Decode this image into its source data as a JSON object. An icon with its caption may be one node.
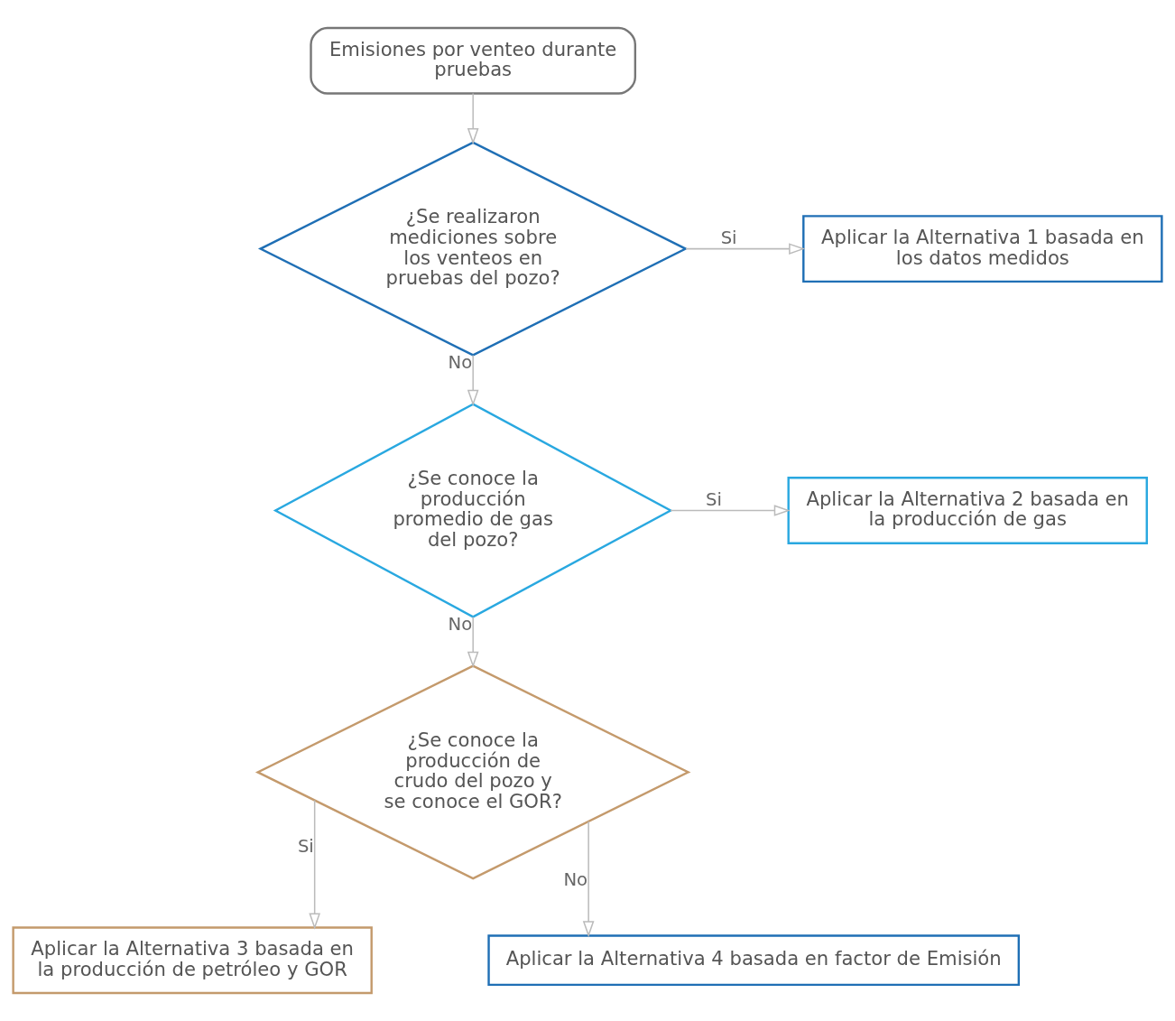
{
  "diagram": {
    "nodes": [
      {
        "text": [
          "Emisiones por venteo durante pruebas"
        ]
      },
      {
        "text": [
          "¿Se realizaron mediciones sobre los venteos en pruebas del pozo?"
        ]
      },
      {
        "text": [
          "Aplicar la Alternativa 1 basada en los datos medidos"
        ]
      },
      {
        "text": [
          "¿Se conoce la producción promedio de gas del pozo?"
        ]
      },
      {
        "text": [
          "Aplicar la Alternativa 2 basada en la producción de gas"
        ]
      },
      {
        "text": [
          "¿Se conoce la producción de crudo del pozo y se conoce el GOR?"
        ]
      },
      {
        "text": [
          "Aplicar la Alternativa 3 basada en la producción de petróleo y GOR"
        ]
      },
      {
        "text": [
          "Aplicar la Alternativa 4 basada en factor de Emisión"
        ]
      }
    ],
    "edges": [
      {
        "from": 0,
        "to": 1,
        "arrow": "to"
      },
      {
        "from": 1,
        "to": 2,
        "arrow": "to",
        "label": "Si"
      },
      {
        "from": 1,
        "to": 3,
        "arrow": "to",
        "label": "No"
      },
      {
        "from": 3,
        "to": 4,
        "arrow": "to",
        "label": "Si"
      },
      {
        "from": 3,
        "to": 5,
        "arrow": "to",
        "label": "No"
      },
      {
        "from": 5,
        "to": 6,
        "arrow": "to",
        "label": "Si"
      },
      {
        "from": 5,
        "to": 7,
        "arrow": "to",
        "label": "No"
      }
    ]
  }
}
